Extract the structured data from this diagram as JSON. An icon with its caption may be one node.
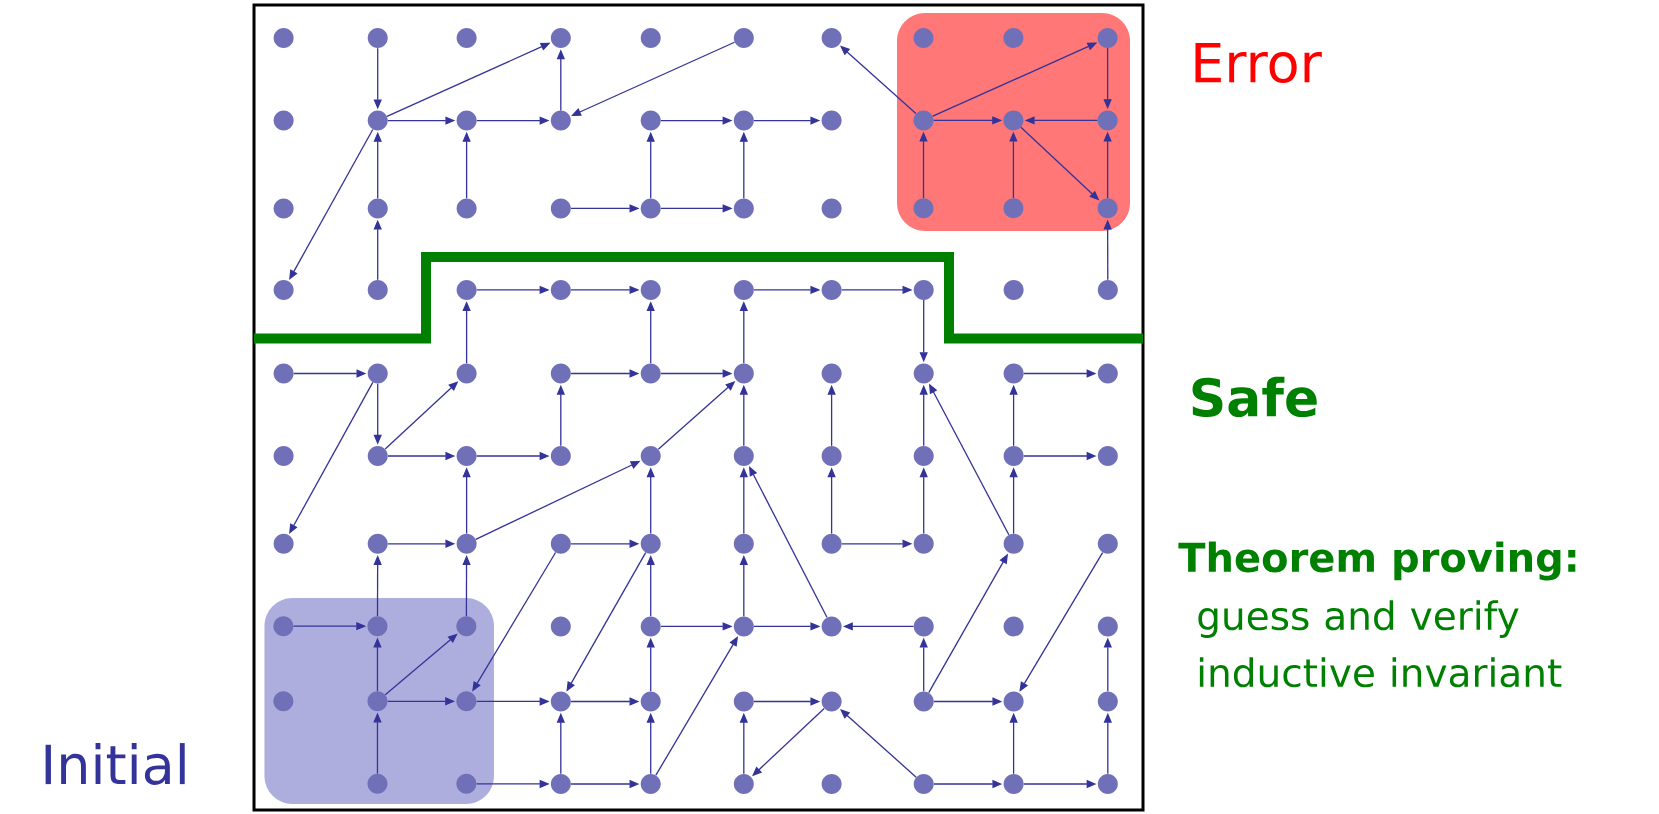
{
  "diagram": {
    "nodes": [
      {
        "text": [
          "Error"
        ]
      },
      {
        "text": [
          "Initial"
        ]
      },
      {
        "text": [],
        "shape": "circle"
      },
      {
        "text": [],
        "shape": "circle"
      },
      {
        "text": [],
        "shape": "circle"
      },
      {
        "text": [],
        "shape": "circle"
      },
      {
        "text": [],
        "shape": "circle"
      },
      {
        "text": [],
        "shape": "circle"
      },
      {
        "text": [],
        "shape": "circle"
      },
      {
        "text": [],
        "shape": "circle",
        "in": 0
      },
      {
        "text": [],
        "shape": "circle",
        "in": 0
      },
      {
        "text": [],
        "shape": "circle",
        "in": 0
      },
      {
        "text": [],
        "shape": "circle"
      },
      {
        "text": [],
        "shape": "circle"
      },
      {
        "text": [],
        "shape": "circle"
      },
      {
        "text": [],
        "shape": "circle"
      },
      {
        "text": [],
        "shape": "circle"
      },
      {
        "text": [],
        "shape": "circle"
      },
      {
        "text": [],
        "shape": "circle"
      },
      {
        "text": [],
        "shape": "circle",
        "in": 0
      },
      {
        "text": [],
        "shape": "circle",
        "in": 0
      },
      {
        "text": [],
        "shape": "circle",
        "in": 0
      },
      {
        "text": [],
        "shape": "circle"
      },
      {
        "text": [],
        "shape": "circle"
      },
      {
        "text": [],
        "shape": "circle"
      },
      {
        "text": [],
        "shape": "circle"
      },
      {
        "text": [],
        "shape": "circle"
      },
      {
        "text": [],
        "shape": "circle"
      },
      {
        "text": [],
        "shape": "circle"
      },
      {
        "text": [],
        "shape": "circle",
        "in": 0
      },
      {
        "text": [],
        "shape": "circle",
        "in": 0
      },
      {
        "text": [],
        "shape": "circle",
        "in": 0
      },
      {
        "text": [],
        "shape": "circle"
      },
      {
        "text": [],
        "shape": "circle"
      },
      {
        "text": [],
        "shape": "circle"
      },
      {
        "text": [],
        "shape": "circle"
      },
      {
        "text": [],
        "shape": "circle"
      },
      {
        "text": [],
        "shape": "circle"
      },
      {
        "text": [],
        "shape": "circle"
      },
      {
        "text": [],
        "shape": "circle"
      },
      {
        "text": [],
        "shape": "circle"
      },
      {
        "text": [],
        "shape": "circle"
      },
      {
        "text": [],
        "shape": "circle"
      },
      {
        "text": [],
        "shape": "circle"
      },
      {
        "text": [],
        "shape": "circle"
      },
      {
        "text": [],
        "shape": "circle"
      },
      {
        "text": [],
        "shape": "circle"
      },
      {
        "text": [],
        "shape": "circle"
      },
      {
        "text": [],
        "shape": "circle"
      },
      {
        "text": [],
        "shape": "circle"
      },
      {
        "text": [],
        "shape": "circle"
      },
      {
        "text": [],
        "shape": "circle"
      },
      {
        "text": [],
        "shape": "circle"
      },
      {
        "text": [],
        "shape": "circle"
      },
      {
        "text": [],
        "shape": "circle"
      },
      {
        "text": [],
        "shape": "circle"
      },
      {
        "text": [],
        "shape": "circle"
      },
      {
        "text": [],
        "shape": "circle"
      },
      {
        "text": [],
        "shape": "circle"
      },
      {
        "text": [],
        "shape": "circle"
      },
      {
        "text": [],
        "shape": "circle"
      },
      {
        "text": [],
        "shape": "circle"
      },
      {
        "text": [],
        "shape": "circle"
      },
      {
        "text": [],
        "shape": "circle"
      },
      {
        "text": [],
        "shape": "circle"
      },
      {
        "text": [],
        "shape": "circle"
      },
      {
        "text": [],
        "shape": "circle"
      },
      {
        "text": [],
        "shape": "circle"
      },
      {
        "text": [],
        "shape": "circle"
      },
      {
        "text": [],
        "shape": "circle"
      },
      {
        "text": [],
        "shape": "circle"
      },
      {
        "text": [],
        "shape": "circle"
      },
      {
        "text": [],
        "shape": "circle",
        "in": 1
      },
      {
        "text": [],
        "shape": "circle",
        "in": 1
      },
      {
        "text": [],
        "shape": "circle",
        "in": 1
      },
      {
        "text": [],
        "shape": "circle"
      },
      {
        "text": [],
        "shape": "circle"
      },
      {
        "text": [],
        "shape": "circle"
      },
      {
        "text": [],
        "shape": "circle"
      },
      {
        "text": [],
        "shape": "circle"
      },
      {
        "text": [],
        "shape": "circle"
      },
      {
        "text": [],
        "shape": "circle"
      },
      {
        "text": [],
        "shape": "circle",
        "in": 1
      },
      {
        "text": [],
        "shape": "circle",
        "in": 1
      },
      {
        "text": [],
        "shape": "circle",
        "in": 1
      },
      {
        "text": [],
        "shape": "circle"
      },
      {
        "text": [],
        "shape": "circle"
      },
      {
        "text": [],
        "shape": "circle"
      },
      {
        "text": [],
        "shape": "circle"
      },
      {
        "text": [],
        "shape": "circle"
      },
      {
        "text": [],
        "shape": "circle"
      },
      {
        "text": [],
        "shape": "circle"
      },
      {
        "text": [],
        "shape": "circle",
        "in": 1
      },
      {
        "text": [],
        "shape": "circle",
        "in": 1
      },
      {
        "text": [],
        "shape": "circle"
      },
      {
        "text": [],
        "shape": "circle"
      },
      {
        "text": [],
        "shape": "circle"
      },
      {
        "text": [],
        "shape": "circle"
      },
      {
        "text": [],
        "shape": "circle"
      },
      {
        "text": [],
        "shape": "circle"
      },
      {
        "text": [],
        "shape": "circle"
      }
    ],
    "edges": [
      {
        "from": 3,
        "to": 13,
        "arrow": "to"
      },
      {
        "from": 13,
        "to": 5,
        "arrow": "to"
      },
      {
        "from": 13,
        "to": 14,
        "arrow": "to"
      },
      {
        "from": 14,
        "to": 15,
        "arrow": "to"
      },
      {
        "from": 15,
        "to": 5,
        "arrow": "to"
      },
      {
        "from": 7,
        "to": 15,
        "arrow": "to"
      },
      {
        "from": 13,
        "to": 32,
        "arrow": "to"
      },
      {
        "from": 23,
        "to": 13,
        "arrow": "to"
      },
      {
        "from": 24,
        "to": 14,
        "arrow": "to"
      },
      {
        "from": 33,
        "to": 23,
        "arrow": "to"
      },
      {
        "from": 16,
        "to": 17,
        "arrow": "to"
      },
      {
        "from": 26,
        "to": 16,
        "arrow": "to"
      },
      {
        "from": 25,
        "to": 26,
        "arrow": "to"
      },
      {
        "from": 26,
        "to": 27,
        "arrow": "to"
      },
      {
        "from": 27,
        "to": 17,
        "arrow": "to"
      },
      {
        "from": 17,
        "to": 18,
        "arrow": "to"
      },
      {
        "from": 19,
        "to": 8,
        "arrow": "to"
      },
      {
        "from": 19,
        "to": 11,
        "arrow": "to"
      },
      {
        "from": 11,
        "to": 21,
        "arrow": "to"
      },
      {
        "from": 19,
        "to": 20,
        "arrow": "to"
      },
      {
        "from": 21,
        "to": 20,
        "arrow": "to"
      },
      {
        "from": 29,
        "to": 19,
        "arrow": "to"
      },
      {
        "from": 30,
        "to": 20,
        "arrow": "to"
      },
      {
        "from": 20,
        "to": 31,
        "arrow": "to"
      },
      {
        "from": 31,
        "to": 21,
        "arrow": "to"
      },
      {
        "from": 41,
        "to": 31,
        "arrow": "to"
      },
      {
        "from": 34,
        "to": 35,
        "arrow": "to"
      },
      {
        "from": 35,
        "to": 36,
        "arrow": "to"
      },
      {
        "from": 37,
        "to": 38,
        "arrow": "to"
      },
      {
        "from": 38,
        "to": 39,
        "arrow": "to"
      },
      {
        "from": 44,
        "to": 34,
        "arrow": "to"
      },
      {
        "from": 46,
        "to": 36,
        "arrow": "to"
      },
      {
        "from": 39,
        "to": 49,
        "arrow": "to"
      },
      {
        "from": 47,
        "to": 37,
        "arrow": "to"
      },
      {
        "from": 42,
        "to": 43,
        "arrow": "to"
      },
      {
        "from": 43,
        "to": 53,
        "arrow": "to"
      },
      {
        "from": 43,
        "to": 62,
        "arrow": "to"
      },
      {
        "from": 53,
        "to": 44,
        "arrow": "to"
      },
      {
        "from": 45,
        "to": 46,
        "arrow": "to"
      },
      {
        "from": 46,
        "to": 47,
        "arrow": "to"
      },
      {
        "from": 55,
        "to": 45,
        "arrow": "to"
      },
      {
        "from": 56,
        "to": 47,
        "arrow": "to"
      },
      {
        "from": 57,
        "to": 47,
        "arrow": "to"
      },
      {
        "from": 58,
        "to": 48,
        "arrow": "to"
      },
      {
        "from": 59,
        "to": 49,
        "arrow": "to"
      },
      {
        "from": 70,
        "to": 49,
        "arrow": "to"
      },
      {
        "from": 50,
        "to": 51,
        "arrow": "to"
      },
      {
        "from": 60,
        "to": 50,
        "arrow": "to"
      },
      {
        "from": 60,
        "to": 61,
        "arrow": "to"
      },
      {
        "from": 70,
        "to": 60,
        "arrow": "to"
      },
      {
        "from": 53,
        "to": 54,
        "arrow": "to"
      },
      {
        "from": 54,
        "to": 55,
        "arrow": "to"
      },
      {
        "from": 64,
        "to": 54,
        "arrow": "to"
      },
      {
        "from": 64,
        "to": 56,
        "arrow": "to"
      },
      {
        "from": 66,
        "to": 56,
        "arrow": "to"
      },
      {
        "from": 67,
        "to": 57,
        "arrow": "to"
      },
      {
        "from": 78,
        "to": 57,
        "arrow": "to"
      },
      {
        "from": 68,
        "to": 58,
        "arrow": "to"
      },
      {
        "from": 68,
        "to": 69,
        "arrow": "to"
      },
      {
        "from": 69,
        "to": 59,
        "arrow": "to"
      },
      {
        "from": 71,
        "to": 90,
        "arrow": "to"
      },
      {
        "from": 89,
        "to": 70,
        "arrow": "to"
      },
      {
        "from": 63,
        "to": 64,
        "arrow": "to"
      },
      {
        "from": 73,
        "to": 63,
        "arrow": "to"
      },
      {
        "from": 74,
        "to": 64,
        "arrow": "to"
      },
      {
        "from": 65,
        "to": 84,
        "arrow": "to"
      },
      {
        "from": 65,
        "to": 66,
        "arrow": "to"
      },
      {
        "from": 66,
        "to": 85,
        "arrow": "to"
      },
      {
        "from": 76,
        "to": 66,
        "arrow": "to"
      },
      {
        "from": 95,
        "to": 77,
        "arrow": "to"
      },
      {
        "from": 72,
        "to": 73,
        "arrow": "to"
      },
      {
        "from": 83,
        "to": 73,
        "arrow": "to"
      },
      {
        "from": 83,
        "to": 74,
        "arrow": "to"
      },
      {
        "from": 83,
        "to": 84,
        "arrow": "to"
      },
      {
        "from": 92,
        "to": 83,
        "arrow": "to"
      },
      {
        "from": 76,
        "to": 77,
        "arrow": "to"
      },
      {
        "from": 86,
        "to": 76,
        "arrow": "to"
      },
      {
        "from": 77,
        "to": 67,
        "arrow": "to"
      },
      {
        "from": 77,
        "to": 78,
        "arrow": "to"
      },
      {
        "from": 79,
        "to": 78,
        "arrow": "to"
      },
      {
        "from": 89,
        "to": 79,
        "arrow": "to"
      },
      {
        "from": 89,
        "to": 90,
        "arrow": "to"
      },
      {
        "from": 84,
        "to": 85,
        "arrow": "to"
      },
      {
        "from": 85,
        "to": 86,
        "arrow": "to"
      },
      {
        "from": 94,
        "to": 85,
        "arrow": "to"
      },
      {
        "from": 93,
        "to": 94,
        "arrow": "to"
      },
      {
        "from": 94,
        "to": 95,
        "arrow": "to"
      },
      {
        "from": 95,
        "to": 86,
        "arrow": "to"
      },
      {
        "from": 87,
        "to": 88,
        "arrow": "to"
      },
      {
        "from": 96,
        "to": 87,
        "arrow": "to"
      },
      {
        "from": 88,
        "to": 96,
        "arrow": "to"
      },
      {
        "from": 98,
        "to": 88,
        "arrow": "to"
      },
      {
        "from": 98,
        "to": 99,
        "arrow": "to"
      },
      {
        "from": 99,
        "to": 90,
        "arrow": "to"
      },
      {
        "from": 99,
        "to": 100,
        "arrow": "to"
      },
      {
        "from": 100,
        "to": 91,
        "arrow": "to"
      },
      {
        "from": 91,
        "to": 81,
        "arrow": "to"
      }
    ],
    "labels": [
      "Safe",
      "Theorem proving:",
      "guess and verify inductive invariant"
    ]
  }
}
